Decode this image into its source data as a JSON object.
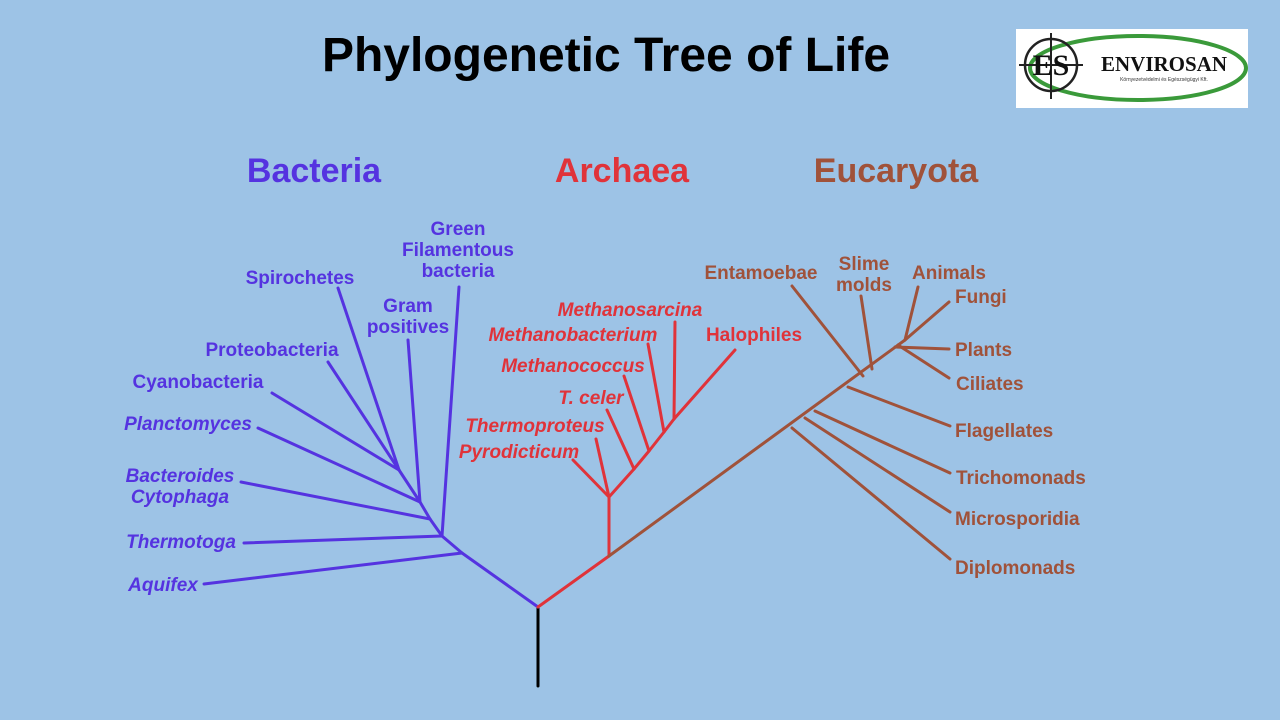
{
  "title": "Phylogenetic Tree of Life",
  "logo": {
    "monogram": "ES",
    "brand": "ENVIROSAN",
    "tagline": "Környezetvédelmi és Egészségügyi Kft."
  },
  "domains": {
    "bacteria": "Bacteria",
    "archaea": "Archaea",
    "eucaryota": "Eucaryota"
  },
  "bacteria": {
    "green_filamentous": [
      "Green",
      "Filamentous",
      "bacteria"
    ],
    "gram_positives": [
      "Gram",
      "positives"
    ],
    "spirochetes": "Spirochetes",
    "proteobacteria": "Proteobacteria",
    "cyanobacteria": "Cyanobacteria",
    "planctomyces": "Planctomyces",
    "bacteroides": [
      "Bacteroides",
      "Cytophaga"
    ],
    "thermotoga": "Thermotoga",
    "aquifex": "Aquifex"
  },
  "archaea": {
    "methanosarcina": "Methanosarcina",
    "methanobacterium": "Methanobacterium",
    "halophiles": "Halophiles",
    "methanococcus": "Methanococcus",
    "t_celer": "T. celer",
    "thermoproteus": "Thermoproteus",
    "pyrodicticum": "Pyrodicticum"
  },
  "eucaryota": {
    "entamoebae": "Entamoebae",
    "slime_molds": [
      "Slime",
      "molds"
    ],
    "animals": "Animals",
    "fungi": "Fungi",
    "plants": "Plants",
    "ciliates": "Ciliates",
    "flagellates": "Flagellates",
    "trichomonads": "Trichomonads",
    "microsporidia": "Microsporidia",
    "diplomonads": "Diplomonads"
  },
  "colors": {
    "background": "#9dc3e6",
    "bacteria": "#5533e0",
    "archaea": "#e0333a",
    "eucaryota": "#a0523a",
    "root": "#000000"
  }
}
